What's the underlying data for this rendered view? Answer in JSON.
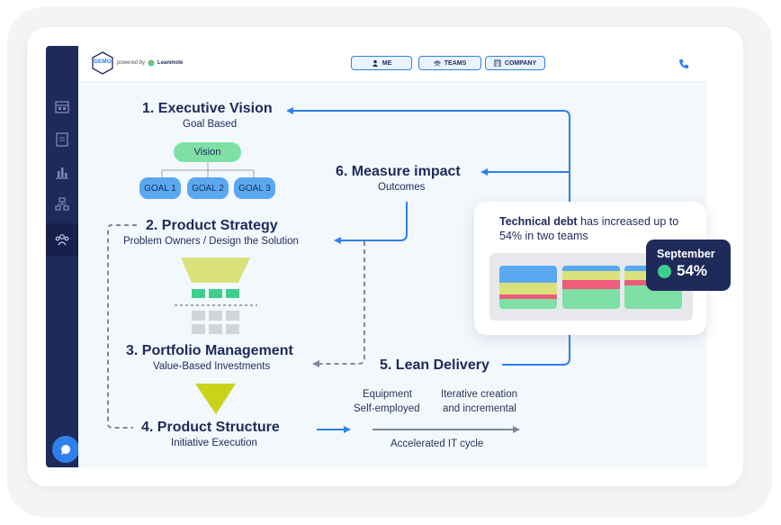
{
  "header": {
    "logo_text": "DEMO",
    "powered_by": "powered by",
    "brand": "Leanmote",
    "tabs": [
      {
        "label": "ME",
        "icon": "user-icon"
      },
      {
        "label": "TEAMS",
        "icon": "teams-icon"
      },
      {
        "label": "COMPANY",
        "icon": "company-icon"
      }
    ],
    "phone_icon": "phone-icon"
  },
  "sidebar": {
    "items": [
      {
        "icon": "dashboard-icon"
      },
      {
        "icon": "document-icon"
      },
      {
        "icon": "chart-icon"
      },
      {
        "icon": "org-chart-icon"
      },
      {
        "icon": "people-icon",
        "active": true
      }
    ]
  },
  "diagram": {
    "executive_vision": {
      "title": "1. Executive Vision",
      "subtitle": "Goal Based"
    },
    "vision_node": "Vision",
    "goals": [
      "GOAL 1",
      "GOAL 2",
      "GOAL 3"
    ],
    "product_strategy": {
      "title": "2. Product Strategy",
      "subtitle": "Problem Owners / Design the Solution"
    },
    "portfolio": {
      "title": "3. Portfolio Management",
      "subtitle": "Value-Based Investments"
    },
    "product_structure": {
      "title": "4. Product Structure",
      "subtitle": "Initiative Execution"
    },
    "lean_delivery": {
      "title": "5. Lean Delivery"
    },
    "measure_impact": {
      "title": "6. Measure impact",
      "subtitle": "Outcomes"
    },
    "equipment": [
      "Equipment",
      "Self-employed"
    ],
    "iterative": [
      "Iterative creation",
      "and incremental"
    ],
    "accelerated": "Accelerated IT cycle"
  },
  "card": {
    "bold": "Technical debt",
    "text": " has increased up to 54% in two teams",
    "badge_month": "September",
    "badge_value": "54%"
  },
  "colors": {
    "navy": "#1e2a5a",
    "accent_blue": "#2f80ed",
    "green": "#7ee0a5",
    "funnel_yellow": "#d9e27a",
    "gray_arrow": "#7d8899"
  }
}
